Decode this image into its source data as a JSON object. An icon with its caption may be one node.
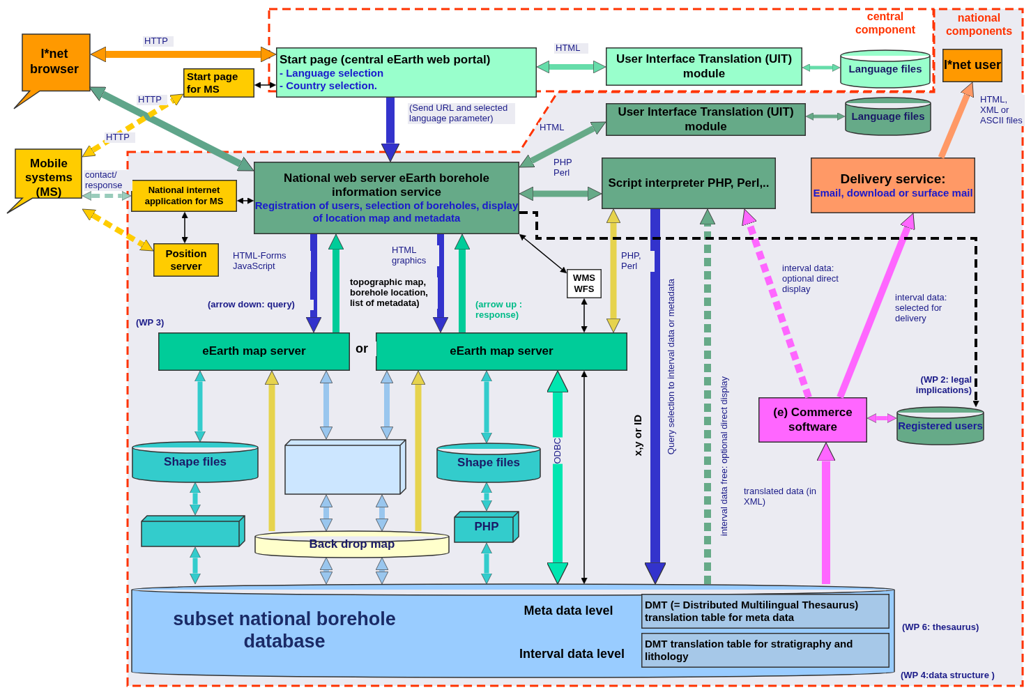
{
  "diagram": {
    "nodes": [
      {
        "text": [
          "central component"
        ]
      },
      {
        "text": [
          "Start page (central eEarth web portal)",
          "- Language selection",
          "- Country selection."
        ],
        "in": 0
      },
      {
        "text": [
          "User Interface Translation (UIT) module"
        ],
        "in": 0
      },
      {
        "text": [
          "Language files"
        ],
        "in": 0
      },
      {
        "text": [
          "I*net browser"
        ]
      },
      {
        "text": [
          "Start page for MS"
        ]
      },
      {
        "text": [
          "Mobile systems (MS)"
        ]
      },
      {
        "text": [
          "national components"
        ]
      },
      {
        "text": [
          "I*net user"
        ],
        "in": 7
      },
      {
        "text": [
          "User Interface Translation (UIT) module"
        ],
        "in": 7
      },
      {
        "text": [
          "Language files"
        ],
        "in": 7
      },
      {
        "text": [
          "National internet application for MS"
        ],
        "in": 7
      },
      {
        "text": [
          "National web server eEarth borehole information service",
          "Registration of users, selection of boreholes, display of location map and metadata"
        ],
        "in": 7
      },
      {
        "text": [
          "Script interpreter PHP, Perl,.."
        ],
        "in": 7
      },
      {
        "text": [
          "Delivery service:",
          "Email, download or surface mail"
        ],
        "in": 7
      },
      {
        "text": [
          "Position server"
        ],
        "in": 7
      },
      {
        "text": [
          "WMS WFS"
        ],
        "in": 7
      },
      {
        "text": [
          "eEarth map server"
        ],
        "in": 7
      },
      {
        "text": [
          "eEarth map server"
        ],
        "in": 7
      },
      {
        "text": [
          "(e) Commerce software"
        ],
        "in": 7
      },
      {
        "text": [
          "Registered users"
        ],
        "in": 7
      },
      {
        "text": [
          "Shape files"
        ],
        "in": 7
      },
      {
        "text": [],
        "shape": "box",
        "in": 7
      },
      {
        "text": [
          "Shape files"
        ],
        "in": 7
      },
      {
        "text": [],
        "shape": "box",
        "in": 7
      },
      {
        "text": [
          "Back drop map"
        ],
        "in": 7
      },
      {
        "text": [
          "PHP"
        ],
        "in": 7
      },
      {
        "text": [
          "subset national borehole database",
          "Meta data level",
          "Interval data level"
        ],
        "in": 7
      },
      {
        "text": [
          "DMT (= Distributed Multilingual Thesaurus) translation table for meta data"
        ],
        "in": 27
      },
      {
        "text": [
          "DMT translation table for stratigraphy and lithology"
        ],
        "in": 27
      }
    ],
    "edges": [
      {
        "from": 4,
        "to": 1,
        "arrow": "both",
        "label": "HTTP",
        "color": "#ff9900"
      },
      {
        "from": 4,
        "to": 12,
        "arrow": "both",
        "label": "HTTP",
        "color": "#5fa58a"
      },
      {
        "from": 6,
        "to": 5,
        "arrow": "both",
        "label": "HTTP",
        "style": "dashed",
        "color": "#ffcc00"
      },
      {
        "from": 6,
        "to": 11,
        "arrow": "both",
        "label": "contact/ response",
        "style": "dashed",
        "color": "#99ccbb"
      },
      {
        "from": 6,
        "to": 15,
        "arrow": "both",
        "style": "dashed",
        "color": "#ffcc00"
      },
      {
        "from": 5,
        "to": 1,
        "arrow": "both"
      },
      {
        "from": 1,
        "to": 2,
        "arrow": "both",
        "label": "HTML",
        "color": "#66ddaa"
      },
      {
        "from": 2,
        "to": 3,
        "arrow": "both",
        "color": "#66ddaa"
      },
      {
        "from": 1,
        "to": 12,
        "arrow": "to",
        "label": "(Send URL and selected language parameter)",
        "color": "#3333cc"
      },
      {
        "from": 9,
        "to": 10,
        "arrow": "both",
        "color": "#66aa88"
      },
      {
        "from": 12,
        "to": 9,
        "arrow": "both",
        "label": "HTML",
        "color": "#66aa88"
      },
      {
        "from": 12,
        "to": 13,
        "arrow": "both",
        "label": "PHP Perl",
        "color": "#66aa88"
      },
      {
        "from": 11,
        "to": 12,
        "arrow": "both"
      },
      {
        "from": 11,
        "to": 15,
        "arrow": "both"
      },
      {
        "from": 14,
        "to": 8,
        "arrow": "to",
        "label": "HTML, XML or ASCII files",
        "color": "#ff9966"
      },
      {
        "from": 12,
        "to": 17,
        "arrow": "to",
        "label": "HTML-Forms JavaScript",
        "color": "#3333cc"
      },
      {
        "from": 17,
        "to": 12,
        "arrow": "to",
        "color": "#00cc99"
      },
      {
        "from": 12,
        "to": 18,
        "arrow": "to",
        "label": "HTML graphics",
        "color": "#3333cc"
      },
      {
        "from": 18,
        "to": 12,
        "arrow": "to",
        "color": "#00cc99"
      },
      {
        "from": 12,
        "to": 16,
        "arrow": "both"
      },
      {
        "from": 16,
        "to": 18,
        "arrow": "both"
      },
      {
        "from": 13,
        "to": 18,
        "arrow": "both",
        "label": "PHP, Perl",
        "color": "#e6d34d"
      },
      {
        "from": 13,
        "to": 27,
        "arrow": "to",
        "label": "Query selection to interval data or metadata",
        "color": "#3333cc"
      },
      {
        "from": 27,
        "to": 13,
        "arrow": "to",
        "label": "interval data free: optional direct display",
        "style": "dashed",
        "color": "#66aa88"
      },
      {
        "from": 19,
        "to": 13,
        "arrow": "to",
        "label": "interval data: optional direct display",
        "style": "dashed",
        "color": "#ff66ff"
      },
      {
        "from": 19,
        "to": 14,
        "arrow": "to",
        "label": "interval data: selected for delivery",
        "color": "#ff66ff"
      },
      {
        "from": 12,
        "to": 20,
        "arrow": "to",
        "style": "dashed"
      },
      {
        "from": 19,
        "to": 20,
        "arrow": "both",
        "color": "#ff66ff"
      },
      {
        "from": 27,
        "to": 19,
        "arrow": "to",
        "label": "translated data (in XML)",
        "color": "#ff66ff"
      },
      {
        "from": 18,
        "to": 27,
        "arrow": "both"
      },
      {
        "from": 18,
        "to": 27,
        "arrow": "both",
        "label": "ODBC",
        "color": "#00e6b0"
      },
      {
        "from": 17,
        "to": 21,
        "arrow": "both",
        "color": "#33cccc"
      },
      {
        "from": 25,
        "to": 17,
        "arrow": "to",
        "color": "#e6d34d"
      },
      {
        "from": 17,
        "to": 22,
        "arrow": "both",
        "color": "#99c6ee"
      },
      {
        "from": 18,
        "to": 22,
        "arrow": "both",
        "color": "#99c6ee"
      },
      {
        "from": 25,
        "to": 18,
        "arrow": "to",
        "color": "#e6d34d"
      },
      {
        "from": 18,
        "to": 23,
        "arrow": "both",
        "color": "#33cccc"
      },
      {
        "from": 21,
        "to": 24,
        "arrow": "both",
        "color": "#33cccc"
      },
      {
        "from": 24,
        "to": 27,
        "arrow": "both",
        "color": "#33cccc"
      },
      {
        "from": 22,
        "to": 25,
        "arrow": "both",
        "color": "#99c6ee"
      },
      {
        "from": 22,
        "to": 25,
        "arrow": "both",
        "color": "#99c6ee"
      },
      {
        "from": 25,
        "to": 27,
        "arrow": "both",
        "color": "#99c6ee"
      },
      {
        "from": 25,
        "to": 27,
        "arrow": "both",
        "color": "#99c6ee"
      },
      {
        "from": 23,
        "to": 26,
        "arrow": "both",
        "color": "#33cccc"
      },
      {
        "from": 26,
        "to": 27,
        "arrow": "both",
        "color": "#33cccc"
      }
    ],
    "labels": [
      "or",
      "(WP 3)",
      "(arrow down: query)",
      "(arrow up : response)",
      "topographic map, borehole location, list of metadata)",
      "x,y or ID",
      "(WP 2: legal implications)",
      "(WP 6: thesaurus)",
      "(WP 4:data structure )"
    ]
  }
}
